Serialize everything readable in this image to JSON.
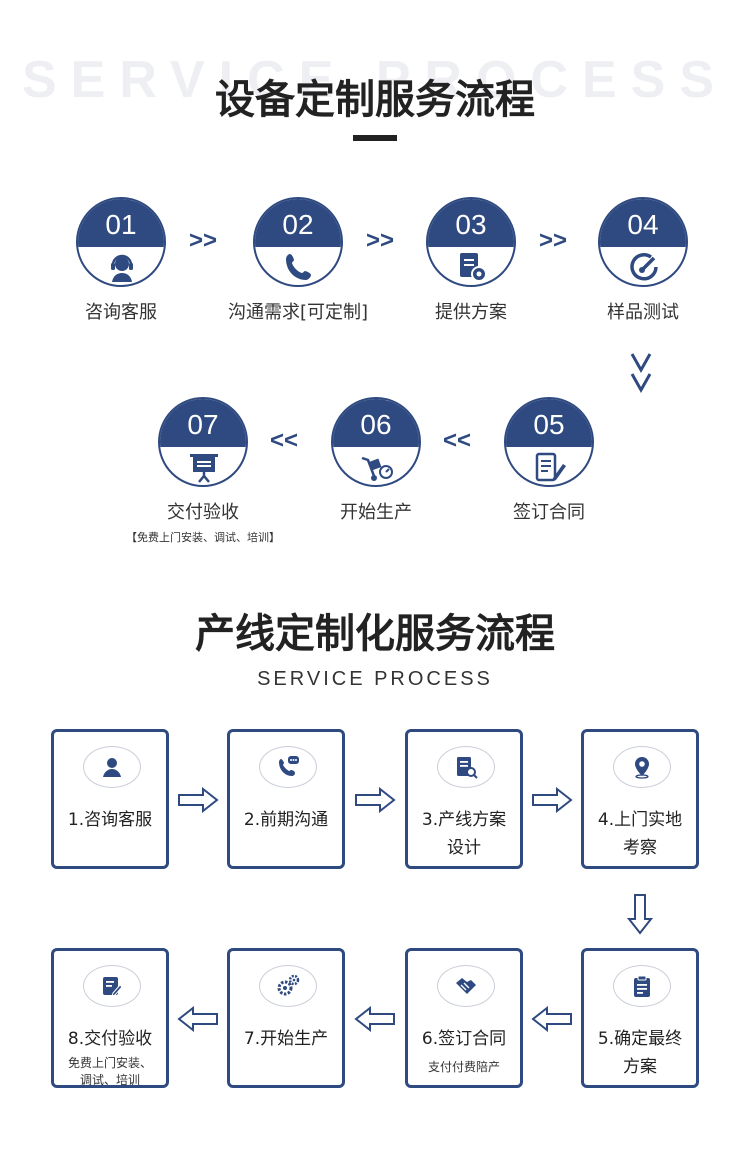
{
  "section1": {
    "bg_text": "SERVICE PROCESS",
    "title": "设备定制服务流程",
    "steps": [
      {
        "num": "01",
        "label": "咨询客服",
        "icon": "headset-icon"
      },
      {
        "num": "02",
        "label": "沟通需求[可定制]",
        "icon": "phone-icon"
      },
      {
        "num": "03",
        "label": "提供方案",
        "icon": "document-gear-icon"
      },
      {
        "num": "04",
        "label": "样品测试",
        "icon": "gauge-icon"
      },
      {
        "num": "05",
        "label": "签订合同",
        "icon": "contract-pen-icon"
      },
      {
        "num": "06",
        "label": "开始生产",
        "icon": "hand-truck-icon"
      },
      {
        "num": "07",
        "label": "交付验收",
        "icon": "presentation-board-icon"
      }
    ],
    "note": "【免费上门安装、调试、培训】",
    "arrow_right": ">>",
    "arrow_left": "<<",
    "arrow_down": "∨∨"
  },
  "section2": {
    "title": "产线定制化服务流程",
    "subtitle": "SERVICE PROCESS",
    "steps": [
      {
        "line1": "1.咨询客服",
        "icon": "user-icon"
      },
      {
        "line1": "2.前期沟通",
        "icon": "phone-chat-icon"
      },
      {
        "line1": "3.产线方案",
        "line2": "设计",
        "icon": "document-search-icon"
      },
      {
        "line1": "4.上门实地",
        "line2": "考察",
        "icon": "location-pin-icon"
      },
      {
        "line1": "5.确定最终",
        "line2": "方案",
        "icon": "clipboard-icon"
      },
      {
        "line1": "6.签订合同",
        "sub": "支付付费陪产",
        "icon": "handshake-icon"
      },
      {
        "line1": "7.开始生产",
        "icon": "gears-icon"
      },
      {
        "line1": "8.交付验收",
        "sub1": "免费上门安装、",
        "sub2": "调试、培训",
        "icon": "edit-document-icon"
      }
    ]
  },
  "colors": {
    "primary": "#2f4a80",
    "text": "#222222",
    "light_circle": "#c9ced8"
  }
}
